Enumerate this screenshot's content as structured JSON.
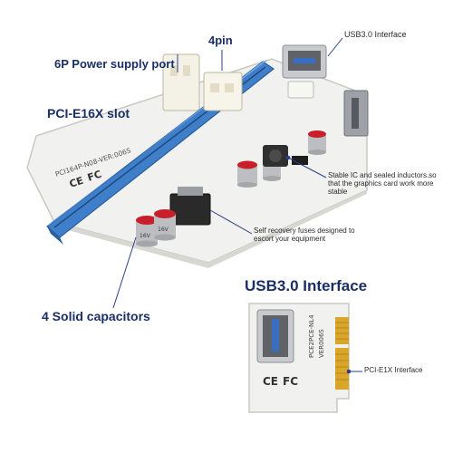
{
  "colors": {
    "label": "#1a2f66",
    "slot": "#3f7fc9",
    "board": "#f1f1ef",
    "capacitor_top": "#c8202a",
    "connector_gold": "#d9a629",
    "leader": "#2a3f88"
  },
  "labels": {
    "power_port": "6P Power supply port",
    "four_pin": "4pin",
    "usb_interface_top": "USB3.0 Interface",
    "pcie16x_slot": "PCI-E16X slot",
    "stable_ic": "Stable IC and sealed inductors.so that the graphics card work more stable",
    "fuses": "Self recovery fuses designed to escort your equipment",
    "capacitors": "4 Solid capacitors",
    "usb_interface_big": "USB3.0 Interface",
    "pcie1x": "PCI-E1X Interface"
  },
  "board_markings": {
    "main_pcb_text": "PCI164P-N08-VER:006S",
    "small_pcb_text_1": "PCE2PCE-NL4",
    "small_pcb_text_2": "VER006S",
    "cap_text": "16V"
  }
}
